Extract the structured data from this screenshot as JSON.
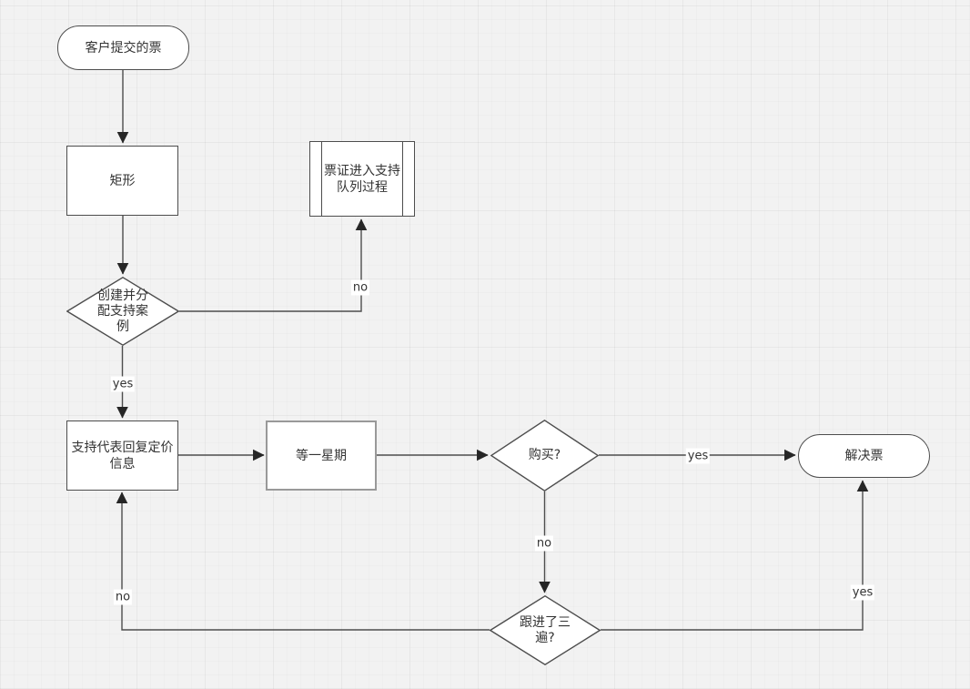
{
  "diagram": {
    "title": "support-ticket-flowchart",
    "colors": {
      "canvas_background": "#f2f2f2",
      "shape_fill": "#ffffff",
      "shape_border": "#4d4d4d",
      "gray_shape_border": "#999999",
      "connector": "#4d4d4d",
      "text": "#333333",
      "edge_label_background": "#ffffff"
    },
    "nodes": {
      "start": {
        "label": "客户提交的票",
        "type": "terminator"
      },
      "rect": {
        "label": "矩形",
        "type": "process"
      },
      "queue": {
        "label": "票证进入支持队列过程",
        "type": "predefined-process"
      },
      "create_case": {
        "label": "创建并分配支持案例",
        "type": "decision"
      },
      "reply_pricing": {
        "label": "支持代表回复定价信息",
        "type": "process"
      },
      "wait_week": {
        "label": "等一星期",
        "type": "process"
      },
      "buy": {
        "label": "购买?",
        "type": "decision"
      },
      "resolve": {
        "label": "解决票",
        "type": "terminator"
      },
      "followed_up": {
        "label": "跟进了三遍?",
        "type": "decision"
      }
    },
    "edge_labels": {
      "create_case_no": "no",
      "create_case_yes": "yes",
      "buy_yes": "yes",
      "buy_no": "no",
      "followed_up_no": "no",
      "followed_up_yes": "yes"
    }
  }
}
